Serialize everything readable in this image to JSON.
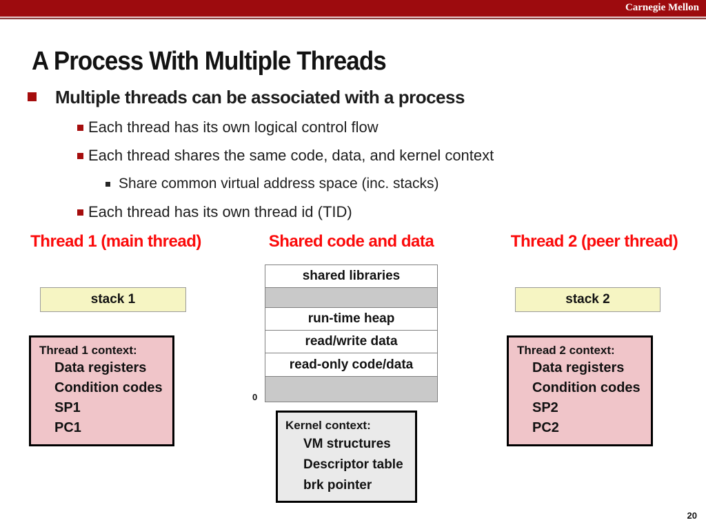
{
  "header": {
    "brand": "Carnegie Mellon"
  },
  "title": "A Process With Multiple Threads",
  "page_number": "20",
  "bullets": {
    "main": "Multiple threads can be associated with a process",
    "sub1": "Each thread has its own logical control flow",
    "sub2": "Each thread shares the same code, data, and kernel context",
    "sub2a": "Share common virtual address space (inc. stacks)",
    "sub3": "Each thread has its own thread id (TID)"
  },
  "columns": {
    "left": {
      "header": "Thread 1 (main thread)",
      "stack_label": "stack 1",
      "context_title": "Thread 1 context:",
      "context_items": [
        "Data registers",
        "Condition codes",
        "SP1",
        "PC1"
      ]
    },
    "middle": {
      "header": "Shared code and data",
      "memory_labels": {
        "cell1": "shared libraries",
        "cell3": "run-time heap",
        "cell4": "read/write data",
        "cell5": "read-only code/data"
      },
      "address_zero": "0",
      "kernel_title": "Kernel context:",
      "kernel_items": [
        "VM structures",
        "Descriptor table",
        "brk pointer"
      ]
    },
    "right": {
      "header": "Thread 2 (peer thread)",
      "stack_label": "stack 2",
      "context_title": "Thread 2 context:",
      "context_items": [
        "Data registers",
        "Condition codes",
        "SP2",
        "PC2"
      ]
    }
  },
  "colors": {
    "topbar_red": "#9d0b0e",
    "column_header_red": "#fb0a0a",
    "bullet_dark_red": "#a50d0d",
    "stack_box_fill": "#f6f5c3",
    "context_box_fill": "#f0c5c9",
    "memory_gray_fill": "#c9c9c9",
    "kernel_box_fill": "#eaeaea"
  }
}
